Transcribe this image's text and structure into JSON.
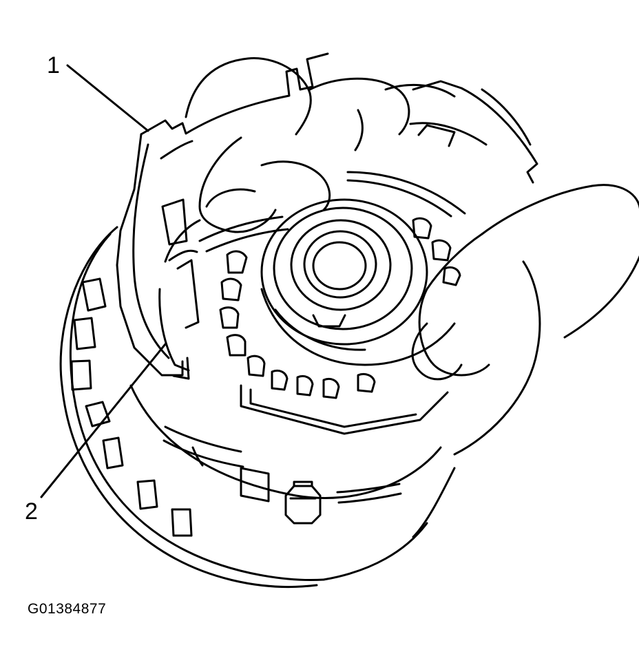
{
  "figure": {
    "figure_id": "G01384877",
    "callouts": [
      {
        "label": "1"
      },
      {
        "label": "2"
      }
    ],
    "colors": {
      "line": "#000000",
      "background": "#ffffff"
    }
  }
}
